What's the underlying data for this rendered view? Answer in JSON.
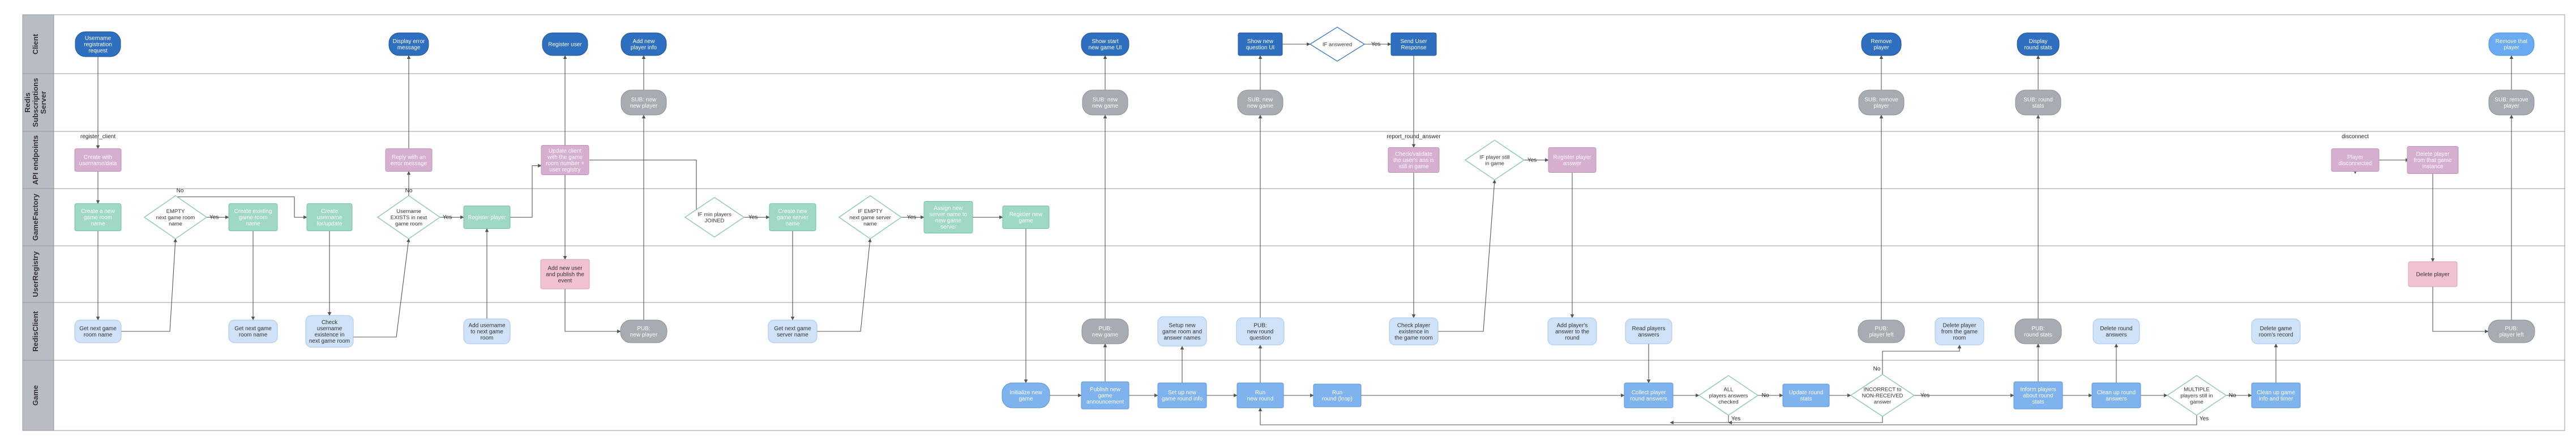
{
  "lanes": [
    {
      "id": "client",
      "label": "Client"
    },
    {
      "id": "redis_pubsub",
      "label": "Redis\nSubscriptions\nServer"
    },
    {
      "id": "api",
      "label": "API endpoints"
    },
    {
      "id": "gamefactory",
      "label": "GameFactory"
    },
    {
      "id": "userregistry",
      "label": "UserRegistry"
    },
    {
      "id": "redisclient",
      "label": "RedisClient"
    },
    {
      "id": "game",
      "label": "Game"
    }
  ],
  "nodes": [
    {
      "id": "c_reg",
      "text": "Username\nregistration\nrequest"
    },
    {
      "id": "c_err",
      "text": "Display error\nmessage"
    },
    {
      "id": "c_regok",
      "text": "Register user"
    },
    {
      "id": "c_addp",
      "text": "Add new\nplayer info"
    },
    {
      "id": "c_start",
      "text": "Show start\nnew game UI"
    },
    {
      "id": "c_showq",
      "text": "Show new\nquestion UI"
    },
    {
      "id": "c_send",
      "text": "Send User\nResponse"
    },
    {
      "id": "c_rem",
      "text": "Remove\nplayer"
    },
    {
      "id": "c_stats",
      "text": "Display\nround stats"
    },
    {
      "id": "c_remp2",
      "text": "Remove that\nplayer"
    },
    {
      "id": "r_newp",
      "text": "SUB: new\nnew player"
    },
    {
      "id": "r_newg",
      "text": "SUB: new\nnew game"
    },
    {
      "id": "r_newq",
      "text": "SUB: new\nnew game"
    },
    {
      "id": "r_remp",
      "text": "SUB: remove\nplayer"
    },
    {
      "id": "r_stats",
      "text": "SUB: round\nstats"
    },
    {
      "id": "r_remp2",
      "text": "SUB: remove\nplayer"
    },
    {
      "id": "a_reg",
      "text": "Create with\nusername/data"
    },
    {
      "id": "a_err",
      "text": "Reply with an\nerror message"
    },
    {
      "id": "a_ok",
      "text": "Update client\nwith the game\nroom number +\nuser registry"
    },
    {
      "id": "a_check",
      "text": "Check/validate\nthe user's ans is\nstill in game"
    },
    {
      "id": "a_resp",
      "text": "Register player\nanswer"
    },
    {
      "id": "a_disc",
      "text": "Player\ndisconnected"
    },
    {
      "id": "a_delete",
      "text": "Delete player\nfrom that game\ninstance"
    },
    {
      "id": "g_createroom",
      "text": "Create a new\ngame room\nname"
    },
    {
      "id": "g_create_existing",
      "text": "Create existing\ngame room\nname"
    },
    {
      "id": "g_create_uname",
      "text": "Create\nusername\nfor/update"
    },
    {
      "id": "g_register",
      "text": "Register player"
    },
    {
      "id": "g_create_server",
      "text": "Create new\ngame server\nname"
    },
    {
      "id": "g_assign",
      "text": "Assign new\nserver name to\nnew game\nserver"
    },
    {
      "id": "g_register2",
      "text": "Register new\ngame"
    },
    {
      "id": "u_add",
      "text": "Add new user\nand publish the\nevent"
    },
    {
      "id": "u_delete",
      "text": "Delete player"
    },
    {
      "id": "rc_get",
      "text": "Get next game\nroom name"
    },
    {
      "id": "rc_getnext",
      "text": "Get next game\nroom name"
    },
    {
      "id": "rc_check",
      "text": "Check\nusername\nexistence in\nnext game room"
    },
    {
      "id": "rc_add",
      "text": "Add username\nto next game\nroom"
    },
    {
      "id": "rc_pub1",
      "text": "PUB:\nnew player"
    },
    {
      "id": "rc_getnext2",
      "text": "Get next game\nserver name"
    },
    {
      "id": "rc_pub_game",
      "text": "PUB:\nnew game"
    },
    {
      "id": "rc_setnew",
      "text": "Setup new\ngame room and\nanswer names"
    },
    {
      "id": "rc_pub_q",
      "text": "PUB:\nnew round\nquestion"
    },
    {
      "id": "rc_check_ans",
      "text": "Check player\nexistence in\nthe game room"
    },
    {
      "id": "rc_addans",
      "text": "Add player's\nanswer to the\nround"
    },
    {
      "id": "rc_read",
      "text": "Read players\nanswers"
    },
    {
      "id": "rc_pub_left",
      "text": "PUB:\nplayer left"
    },
    {
      "id": "rc_del",
      "text": "Delete player\nfrom the game\nroom"
    },
    {
      "id": "rc_pub_stats",
      "text": "PUB:\nround stats"
    },
    {
      "id": "rc_del_round",
      "text": "Delete round\nanswers"
    },
    {
      "id": "rc_del_game",
      "text": "Delete game\nroom's record"
    },
    {
      "id": "rc_pub_left2",
      "text": "PUB:\nplayer left"
    },
    {
      "id": "gm_init",
      "text": "Initialize new\ngame"
    },
    {
      "id": "gm_publish",
      "text": "Publish new\ngame\nannouncement"
    },
    {
      "id": "gm_setup",
      "text": "Set up new\ngame round info"
    },
    {
      "id": "gm_run",
      "text": "Run\nnew round"
    },
    {
      "id": "gm_runround",
      "text": "Run\nround (loop)"
    },
    {
      "id": "gm_collect",
      "text": "Collect player\nround answers"
    },
    {
      "id": "gm_update",
      "text": "Update round\nstats"
    },
    {
      "id": "gm_inform",
      "text": "Inform players\nabout round\nstats"
    },
    {
      "id": "gm_cleanup",
      "text": "Clean up round\nanswers"
    },
    {
      "id": "gm_cleanup_game",
      "text": "Clean up game\ninfo and timer"
    }
  ],
  "decisions": [
    {
      "id": "d_answered",
      "text": "IF answered"
    },
    {
      "id": "d_empty",
      "text": "EMPTY\nnext game room\nname"
    },
    {
      "id": "d_exists",
      "text": "Username\nEXISTS in next\ngame room"
    },
    {
      "id": "d_minjoined",
      "text": "IF min players\nJOINED"
    },
    {
      "id": "d_empty_srv",
      "text": "IF EMPTY\nnext game server\nname"
    },
    {
      "id": "d_still",
      "text": "IF player still\nin game"
    },
    {
      "id": "d_all",
      "text": "ALL\nplayers answers\nchecked"
    },
    {
      "id": "d_incorrect",
      "text": "INCORRECT to\nNON-RECEIVED\nanswer"
    },
    {
      "id": "d_multi",
      "text": "MULTIPLE\nplayers still in\ngame"
    }
  ],
  "edge_labels": {
    "register": "register_client",
    "report": "report_round_answer",
    "disconnect": "disconnect",
    "yes": "Yes",
    "no": "No"
  },
  "colors": {
    "client": "#2f6fbf",
    "client_light": "#6aaaf0",
    "redis_sub": "#a7abb2",
    "api": "#d6aecf",
    "gamefactory": "#9fd9c6",
    "userregistry": "#f2c2d3",
    "redisclient": "#cfe2f7",
    "game": "#7fb3ee",
    "lane_header": "#b8bcc4",
    "line": "#555555"
  }
}
